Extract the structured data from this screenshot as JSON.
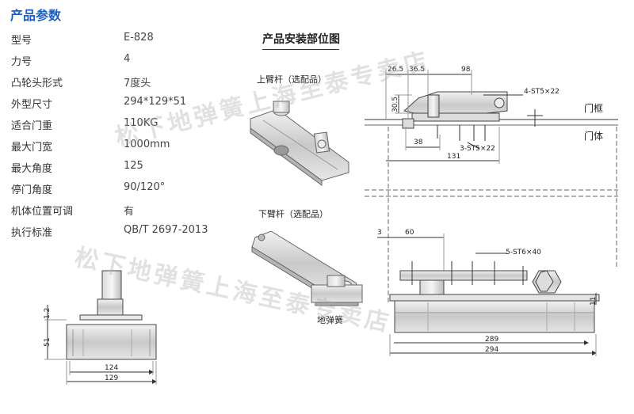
{
  "specs": {
    "title": "产品参数",
    "rows": [
      {
        "label": "型号",
        "value": "E-828"
      },
      {
        "label": "力号",
        "value": "4"
      },
      {
        "label": "凸轮头形式",
        "value": "7度头"
      },
      {
        "label": "外型尺寸",
        "value": "294*129*51"
      },
      {
        "label": "适合门重",
        "value": "110KG"
      },
      {
        "label": "最大门宽",
        "value": "1000mm"
      },
      {
        "label": "最大角度",
        "value": "125"
      },
      {
        "label": "停门角度",
        "value": "90/120°"
      },
      {
        "label": "机体位置可调",
        "value": "有"
      },
      {
        "label": "执行标准",
        "value": "QB/T 2697-2013"
      }
    ]
  },
  "install": {
    "title": "产品安装部位图",
    "upper_arm": "上臂杆（选配品）",
    "lower_arm": "下臂杆（选配品）",
    "floor_spring": "地弹簧",
    "door_frame": "门框",
    "door_body": "门体"
  },
  "dims": {
    "d26_5": "26.5",
    "d36_5": "36.5",
    "d98": "98",
    "d30_5": "30.5",
    "d4st": "4-ST5×22",
    "d38": "38",
    "d3st": "3-ST5×22",
    "d131": "131",
    "d3": "3",
    "d60": "60",
    "d5st": "5-ST6×40",
    "d11": "11",
    "d289": "289",
    "d294": "294",
    "d1_2": "1.2",
    "d51": "51",
    "d124": "124",
    "d129": "129"
  },
  "watermark": "松下地弹簧上海至泰专卖店"
}
